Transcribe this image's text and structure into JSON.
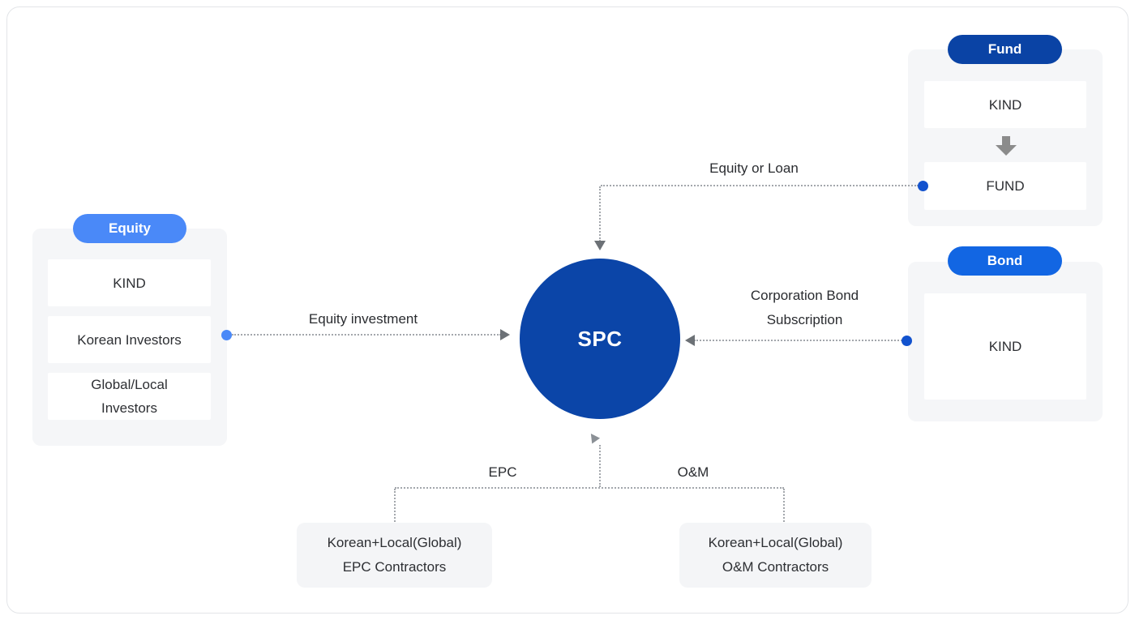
{
  "equity_group": {
    "tag": "Equity",
    "items": [
      "KIND",
      "Korean Investors",
      "Global/Local Investors"
    ]
  },
  "fund_group": {
    "tag": "Fund",
    "top_item": "KIND",
    "bottom_item": "FUND"
  },
  "bond_group": {
    "tag": "Bond",
    "item": "KIND"
  },
  "spc": {
    "label": "SPC"
  },
  "edges": {
    "equity_investment": "Equity investment",
    "equity_or_loan": "Equity or Loan",
    "bond_subscription_line1": "Corporation Bond",
    "bond_subscription_line2": "Subscription",
    "epc": "EPC",
    "onm": "O&M"
  },
  "contractors": {
    "epc": {
      "line1": "Korean+Local(Global)",
      "line2": "EPC Contractors"
    },
    "onm": {
      "line1": "Korean+Local(Global)",
      "line2": "O&M Contractors"
    }
  },
  "colors": {
    "equity_pill": "#4a89f8",
    "fund_pill": "#0a43a5",
    "bond_pill": "#1266e3",
    "spc_circle": "#0b45a8",
    "connector_dot_light": "#4a89f8",
    "connector_dot_dark": "#1252ce",
    "panel_bg": "#f5f6f8",
    "line_gray": "#a3a7ac",
    "arrow_gray": "#6c7176"
  }
}
